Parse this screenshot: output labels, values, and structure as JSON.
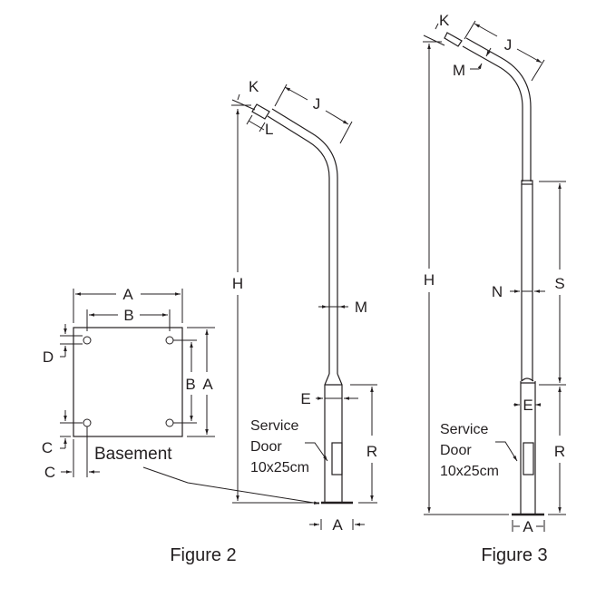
{
  "basement": {
    "title": "Basement",
    "labels": {
      "width_outer": "A",
      "width_inner": "B",
      "height_inner": "B",
      "height_outer": "A",
      "hole_offset_d": "D",
      "hole_offset_c_vertical": "C",
      "hole_offset_c_horizontal": "C"
    }
  },
  "figure2": {
    "caption": "Figure 2",
    "labels": {
      "K": "K",
      "L": "L",
      "J": "J",
      "H": "H",
      "M": "M",
      "E": "E",
      "R": "R",
      "A": "A"
    },
    "service_door": {
      "line1": "Service",
      "line2": "Door",
      "line3": "10x25cm"
    }
  },
  "figure3": {
    "caption": "Figure 3",
    "labels": {
      "K": "K",
      "J": "J",
      "M": "M",
      "H": "H",
      "N": "N",
      "S": "S",
      "E": "E",
      "R": "R",
      "A": "A"
    },
    "service_door": {
      "line1": "Service",
      "line2": "Door",
      "line3": "10x25cm"
    }
  },
  "colors": {
    "ink": "#231f20",
    "background": "#ffffff"
  }
}
